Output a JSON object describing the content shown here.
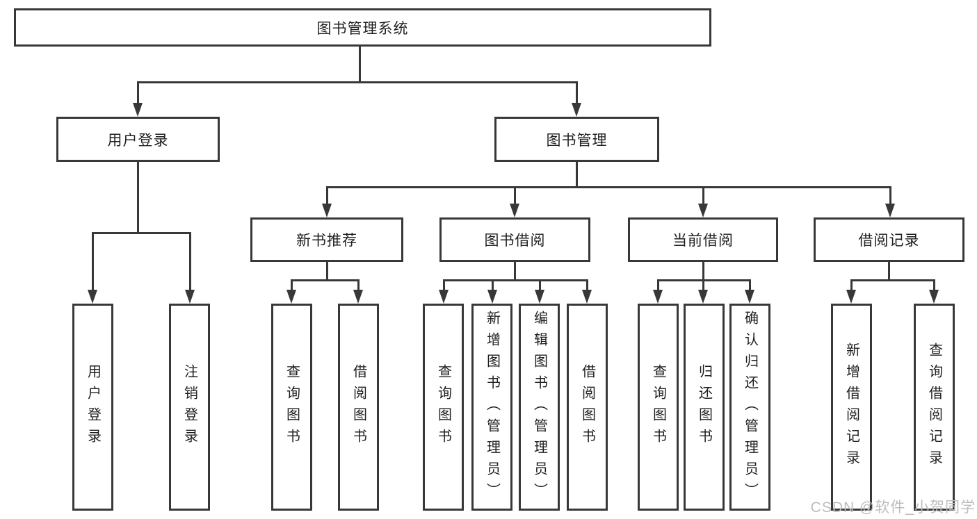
{
  "tree": {
    "label": "图书管理系统",
    "children": [
      {
        "label": "用户登录",
        "children": [
          {
            "label": "用户登录"
          },
          {
            "label": "注销登录"
          }
        ]
      },
      {
        "label": "图书管理",
        "children": [
          {
            "label": "新书推荐",
            "children": [
              {
                "label": "查询图书"
              },
              {
                "label": "借阅图书"
              }
            ]
          },
          {
            "label": "图书借阅",
            "children": [
              {
                "label": "查询图书"
              },
              {
                "label": "新增图书（管理员）"
              },
              {
                "label": "编辑图书（管理员）"
              },
              {
                "label": "借阅图书"
              }
            ]
          },
          {
            "label": "当前借阅",
            "children": [
              {
                "label": "查询图书"
              },
              {
                "label": "归还图书"
              },
              {
                "label": "确认归还（管理员）"
              }
            ]
          },
          {
            "label": "借阅记录",
            "children": [
              {
                "label": "新增借阅记录"
              },
              {
                "label": "查询借阅记录"
              }
            ]
          }
        ]
      }
    ]
  },
  "watermark": {
    "text": "CSDN @软件_小贺同学"
  },
  "colors": {
    "line": "#383838",
    "text": "#1f1f1f",
    "watermark": "#bcbcbc",
    "background": "#ffffff"
  }
}
